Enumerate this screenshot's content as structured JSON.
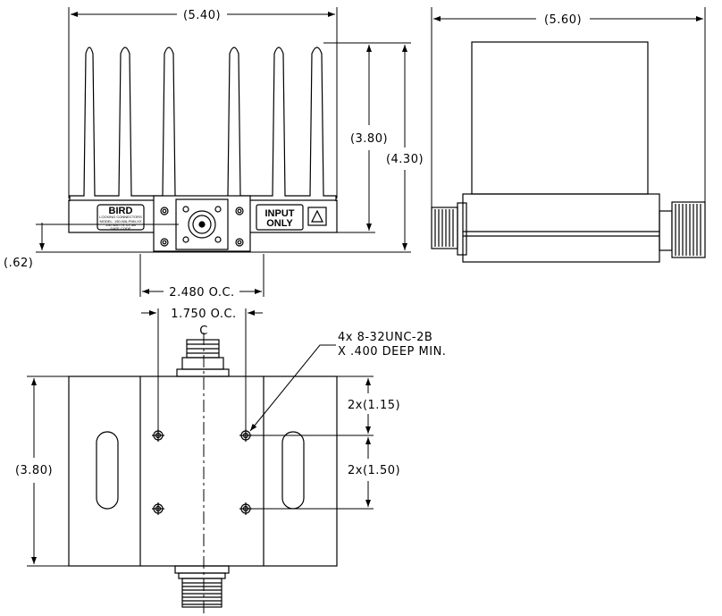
{
  "dimensions": {
    "top_width": "(5.40)",
    "side_width": "(5.60)",
    "fin_height": "(3.80)",
    "total_height": "(4.30)",
    "base_offset": "(.62)",
    "oc_wide": "2.480 O.C.",
    "oc_narrow": "1.750 O.C.",
    "bottom_height": "(3.80)",
    "spacing_upper": "2x(1.15)",
    "spacing_lower": "2x(1.50)"
  },
  "callout": {
    "line1": "4x 8-32UNC-2B",
    "line2": "X .400 DEEP MIN."
  },
  "label": {
    "brand": "BIRD",
    "line1": "LOCKING CONNECTORS",
    "line2": "MODEL: 150-WA-FNN-XX",
    "line3": "150 WATTS XX dB",
    "line4": "DATE CODE"
  },
  "input_label": {
    "line1": "INPUT",
    "line2": "ONLY"
  },
  "centerline_symbol": "C"
}
